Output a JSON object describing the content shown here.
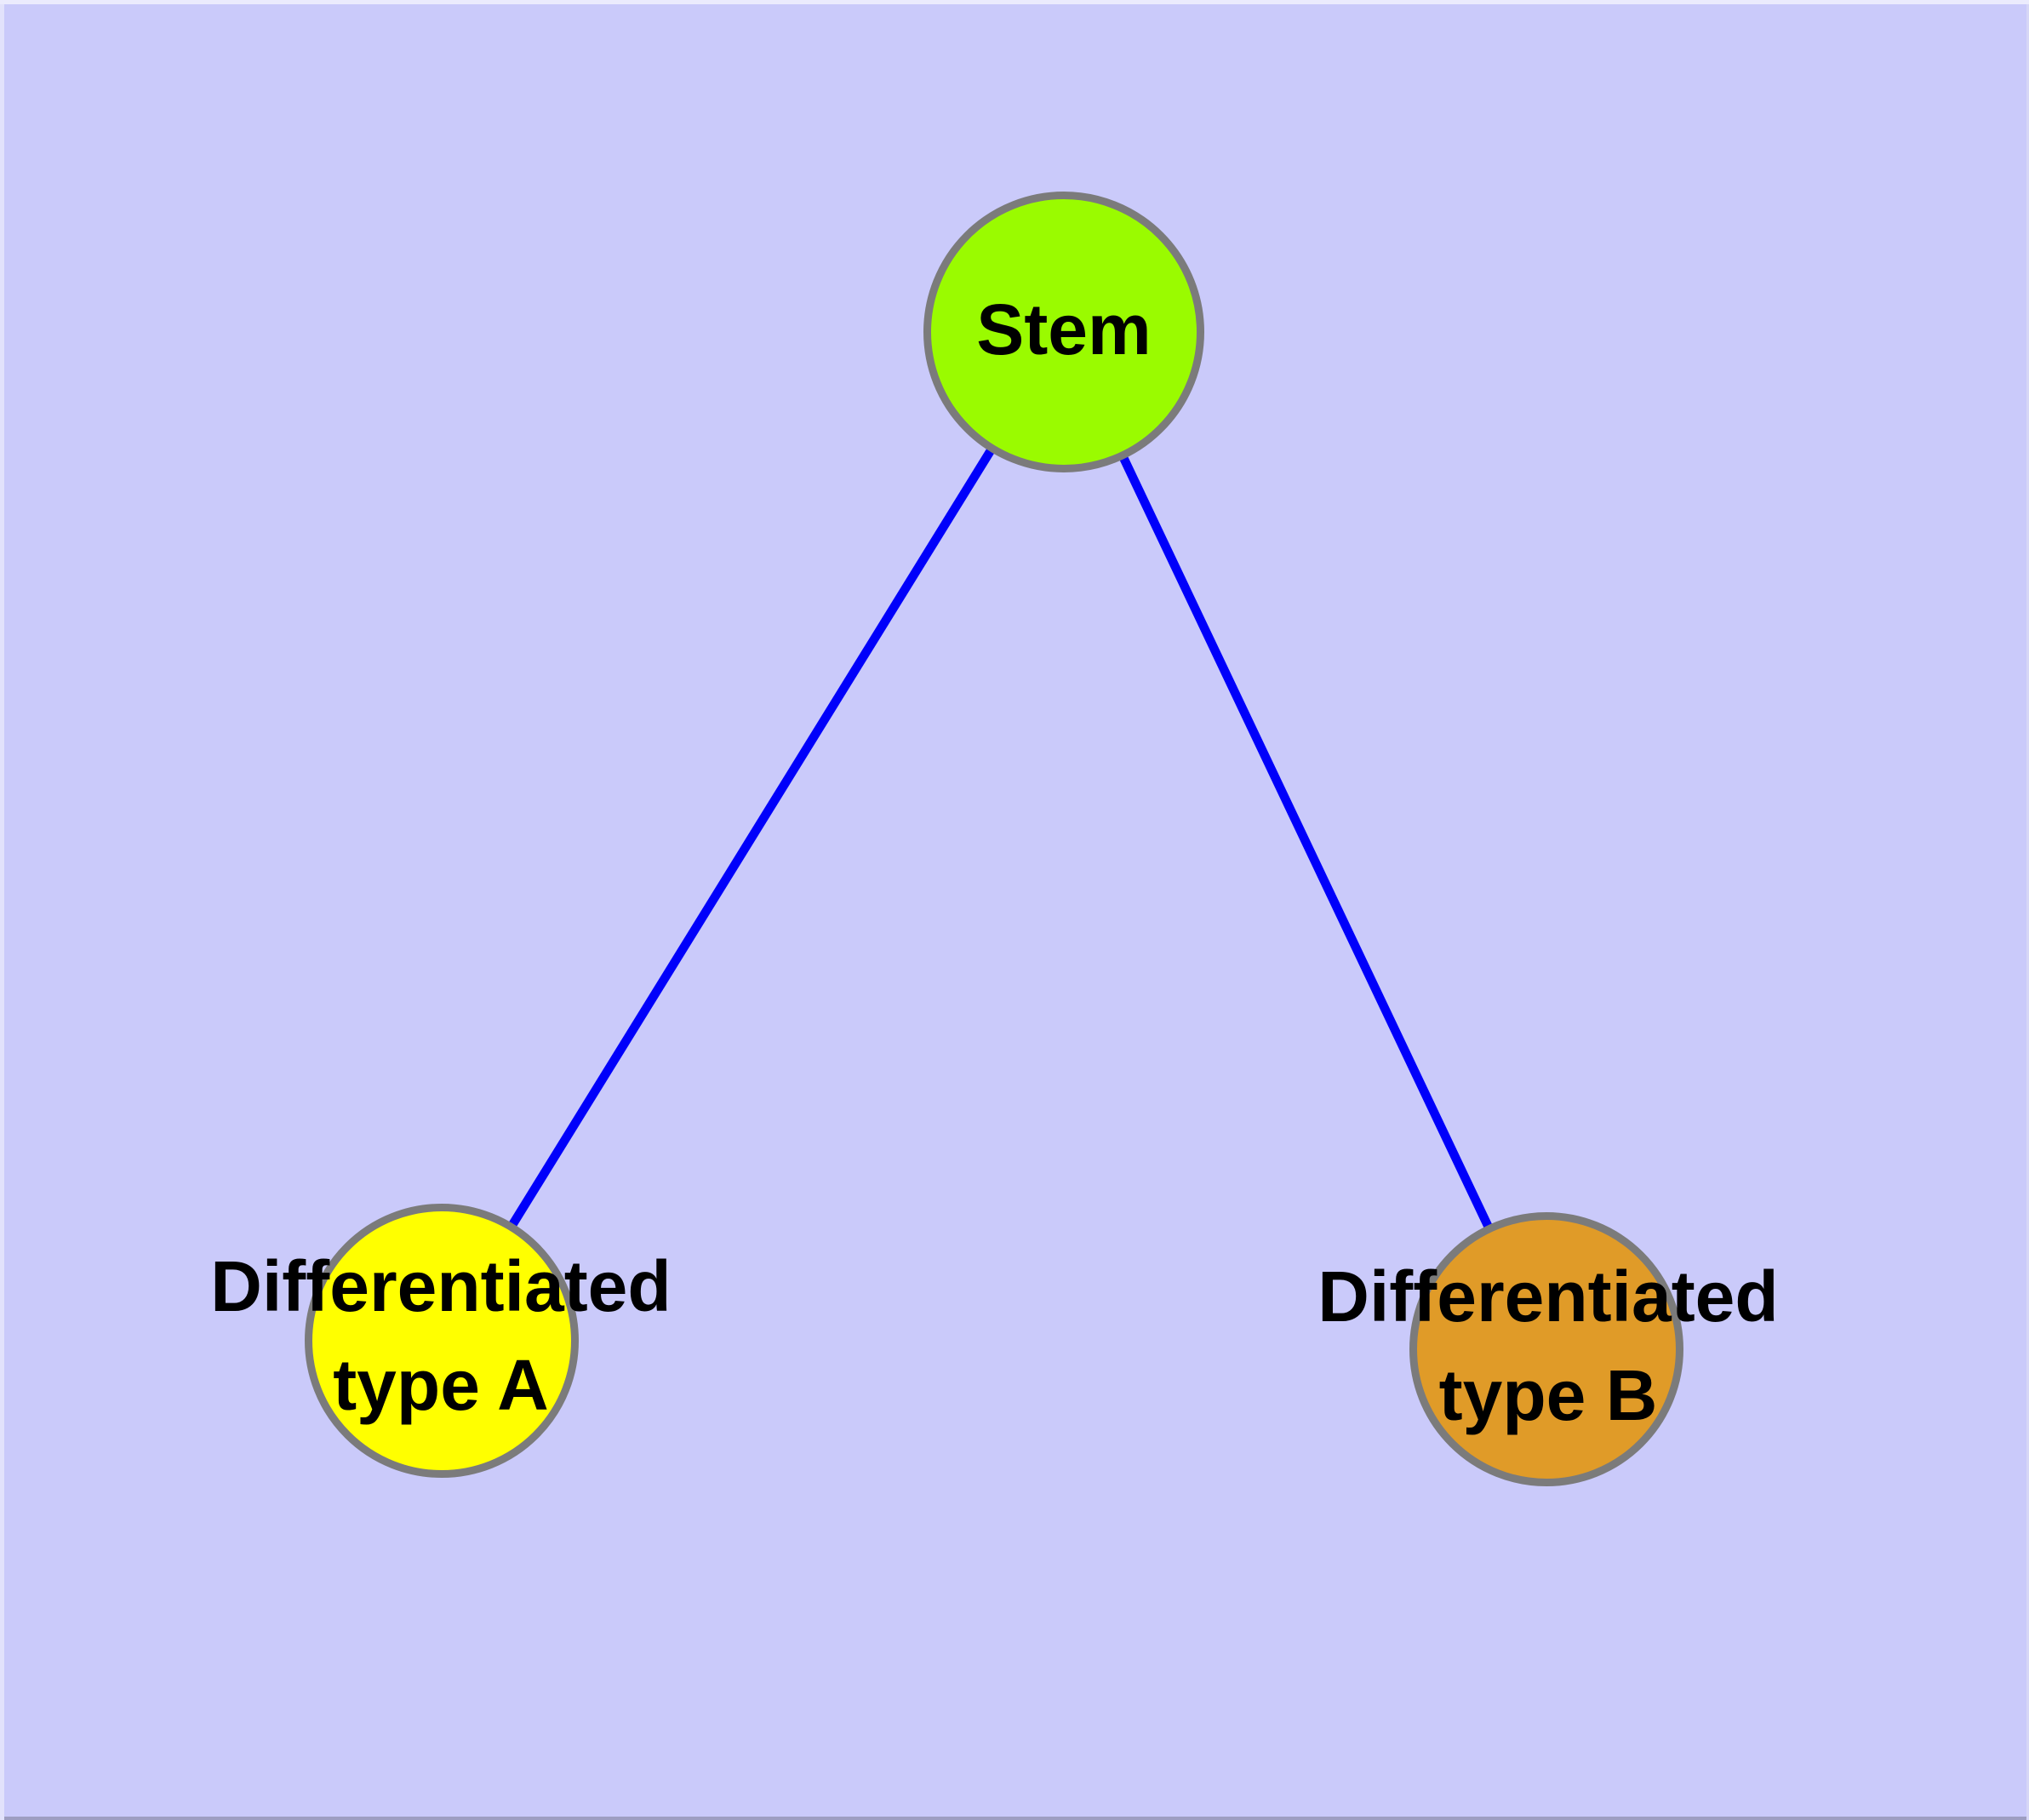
{
  "diagram": {
    "type": "graph",
    "background_color": "#cacafa",
    "edge_color": "#0000fa",
    "node_border_color": "#7b7b7b",
    "label_color": "#000000",
    "nodes": [
      {
        "id": "stem",
        "label": "Stem",
        "fill": "#9afb00"
      },
      {
        "id": "diff-a",
        "label": "Differentiated\ntype A",
        "fill": "#ffff00"
      },
      {
        "id": "diff-b",
        "label": "Differentiated\ntype B",
        "fill": "#e09b28"
      }
    ],
    "edges": [
      {
        "from": "stem",
        "to": "diff-a"
      },
      {
        "from": "stem",
        "to": "diff-b"
      }
    ]
  }
}
